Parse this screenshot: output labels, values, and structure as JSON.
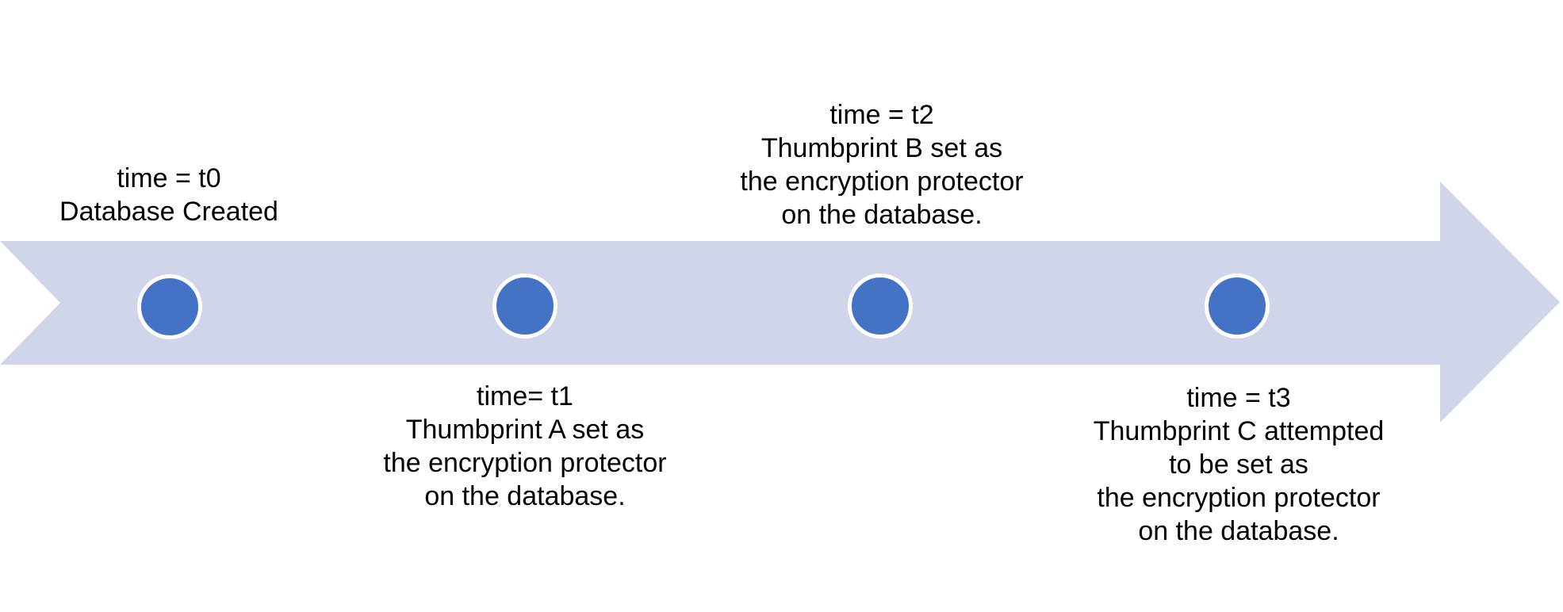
{
  "diagram": {
    "type": "timeline",
    "colors": {
      "arrow_fill": "#D0D5E9",
      "marker_fill": "#4472C4",
      "marker_ring": "#FFFFFF",
      "text": "#000000"
    },
    "events": [
      {
        "id": "t0",
        "position": "above-arrow",
        "lines": [
          "time = t0",
          "Database Created"
        ]
      },
      {
        "id": "t1",
        "position": "below-arrow",
        "lines": [
          "time= t1",
          "Thumbprint A set as",
          "the encryption protector",
          "on the database."
        ]
      },
      {
        "id": "t2",
        "position": "above-arrow",
        "lines": [
          "time = t2",
          "Thumbprint B set as",
          "the encryption protector",
          "on the database."
        ]
      },
      {
        "id": "t3",
        "position": "below-arrow",
        "lines": [
          "time = t3",
          "Thumbprint C attempted",
          "to be set as",
          "the encryption protector",
          "on the database."
        ]
      }
    ]
  }
}
